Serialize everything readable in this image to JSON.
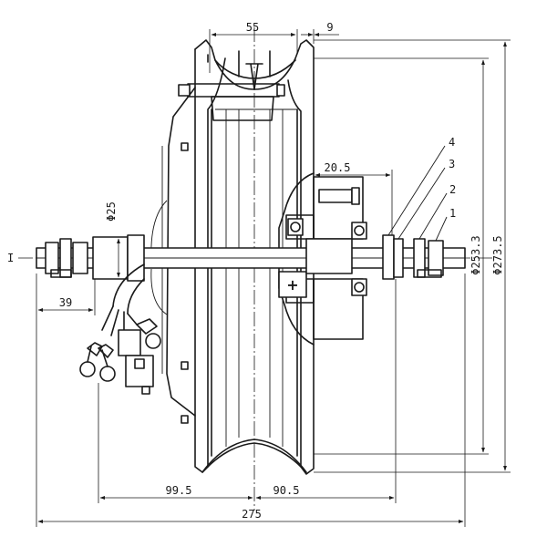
{
  "dimensions": {
    "flange_width": "55",
    "rim_offset": "9",
    "hub_offset": "20.5",
    "axle_diameter": "Φ25",
    "axle_left_length": "39",
    "left_half_width": "99.5",
    "right_half_width": "90.5",
    "overall_length": "275",
    "inner_diameter": "Φ253.3",
    "outer_diameter": "Φ273.5"
  },
  "callouts": [
    "4",
    "3",
    "2",
    "1"
  ],
  "side_mark": "I",
  "polarity_mark": "+"
}
